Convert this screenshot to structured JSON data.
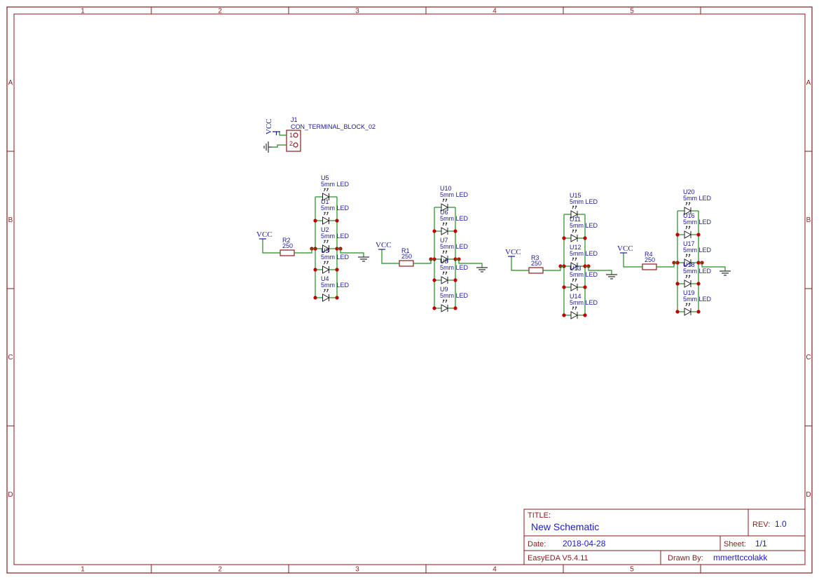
{
  "frame": {
    "columns": [
      "1",
      "2",
      "3",
      "4",
      "5"
    ],
    "rows": [
      "A",
      "B",
      "C",
      "D"
    ]
  },
  "connector": {
    "ref": "J1",
    "value": "CON_TERMINAL_BLOCK_02",
    "pins": [
      "1",
      "2"
    ],
    "power_label": "VCC"
  },
  "groups": [
    {
      "resistor": {
        "ref": "R2",
        "value": "250"
      },
      "vcc": "VCC",
      "leds": [
        {
          "ref": "U5",
          "value": "5mm LED"
        },
        {
          "ref": "U1",
          "value": "5mm LED"
        },
        {
          "ref": "U2",
          "value": "5mm LED"
        },
        {
          "ref": "U3",
          "value": "5mm LED"
        },
        {
          "ref": "U4",
          "value": "5mm LED"
        }
      ]
    },
    {
      "resistor": {
        "ref": "R1",
        "value": "250"
      },
      "vcc": "VCC",
      "leds": [
        {
          "ref": "U10",
          "value": "5mm LED"
        },
        {
          "ref": "U6",
          "value": "5mm LED"
        },
        {
          "ref": "U7",
          "value": "5mm LED"
        },
        {
          "ref": "U8",
          "value": "5mm LED"
        },
        {
          "ref": "U9",
          "value": "5mm LED"
        }
      ]
    },
    {
      "resistor": {
        "ref": "R3",
        "value": "250"
      },
      "vcc": "VCC",
      "leds": [
        {
          "ref": "U15",
          "value": "5mm LED"
        },
        {
          "ref": "U11",
          "value": "5mm LED"
        },
        {
          "ref": "U12",
          "value": "5mm LED"
        },
        {
          "ref": "U13",
          "value": "5mm LED"
        },
        {
          "ref": "U14",
          "value": "5mm LED"
        }
      ]
    },
    {
      "resistor": {
        "ref": "R4",
        "value": "250"
      },
      "vcc": "VCC",
      "leds": [
        {
          "ref": "U20",
          "value": "5mm LED"
        },
        {
          "ref": "U16",
          "value": "5mm LED"
        },
        {
          "ref": "U17",
          "value": "5mm LED"
        },
        {
          "ref": "U18",
          "value": "5mm LED"
        },
        {
          "ref": "U19",
          "value": "5mm LED"
        }
      ]
    }
  ],
  "title_block": {
    "title_label": "TITLE:",
    "title": "New Schematic",
    "rev_label": "REV:",
    "rev": "1.0",
    "date_label": "Date:",
    "date": "2018-04-28",
    "sheet_label": "Sheet:",
    "sheet": "1/1",
    "software": "EasyEDA V5.4.11",
    "drawn_by_label": "Drawn By:",
    "drawn_by": "mmerttccolakk"
  },
  "colors": {
    "frame": "#8b1a1a",
    "wire": "#1f8c1f",
    "power": "#1a1a99",
    "junction": "#c00000"
  }
}
